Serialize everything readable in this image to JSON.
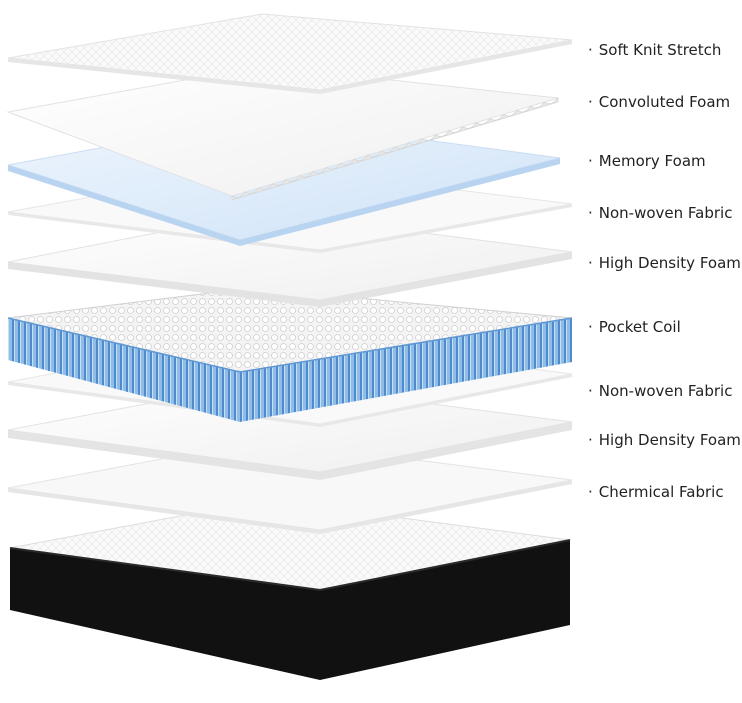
{
  "colors": {
    "white_layer": "#f7f7f7",
    "layer_edge": "#dddddd",
    "memory_foam": "#dcebfa",
    "coil_blue": "#7fb2e6",
    "coil_dark": "#4a86c8",
    "base_black": "#111111"
  },
  "layers": [
    {
      "id": "soft-knit-stretch",
      "label": "Soft Knit Stretch",
      "bullet": "·"
    },
    {
      "id": "convoluted-foam",
      "label": "Convoluted Foam",
      "bullet": "·"
    },
    {
      "id": "memory-foam",
      "label": "Memory Foam",
      "bullet": "·"
    },
    {
      "id": "non-woven-fabric-top",
      "label": "Non-woven Fabric",
      "bullet": "·"
    },
    {
      "id": "high-density-foam-top",
      "label": "High Density Foam",
      "bullet": "·"
    },
    {
      "id": "pocket-coil",
      "label": "Pocket Coil",
      "bullet": "·"
    },
    {
      "id": "non-woven-fabric-bottom",
      "label": "Non-woven Fabric",
      "bullet": "·"
    },
    {
      "id": "high-density-foam-bottom",
      "label": "High Density Foam",
      "bullet": "·"
    },
    {
      "id": "chermical-fabric",
      "label": "Chermical Fabric",
      "bullet": "·"
    }
  ]
}
